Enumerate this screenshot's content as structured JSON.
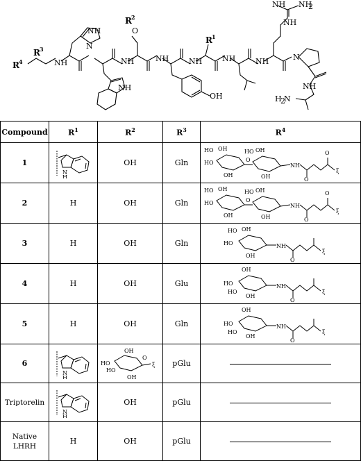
{
  "scheme": {
    "r4": "R",
    "r4_sup": "4",
    "r3": "R",
    "r3_sup": "3",
    "r2": "R",
    "r2_sup": "2",
    "r1": "R",
    "r1_sup": "1",
    "nh": "NH",
    "n": "N",
    "h": "H",
    "oh": "OH",
    "o": "O",
    "nh2": "NH",
    "nh2_sub": "2",
    "h2n": "H",
    "h2n_sub": "2",
    "h2n_n": "N"
  },
  "table": {
    "headers": [
      {
        "text": "Compound",
        "sup": ""
      },
      {
        "text": "R",
        "sup": "1"
      },
      {
        "text": "R",
        "sup": "2"
      },
      {
        "text": "R",
        "sup": "3"
      },
      {
        "text": "R",
        "sup": "4"
      }
    ],
    "rows": [
      {
        "compound": "1",
        "r1": "",
        "r2": "OH",
        "r3": "Gln",
        "r4": ""
      },
      {
        "compound": "2",
        "r1": "H",
        "r2": "OH",
        "r3": "Gln",
        "r4": ""
      },
      {
        "compound": "3",
        "r1": "H",
        "r2": "OH",
        "r3": "Gln",
        "r4": ""
      },
      {
        "compound": "4",
        "r1": "H",
        "r2": "OH",
        "r3": "Glu",
        "r4": ""
      },
      {
        "compound": "5",
        "r1": "H",
        "r2": "OH",
        "r3": "Gln",
        "r4": ""
      },
      {
        "compound": "6",
        "r1": "",
        "r2": "",
        "r3": "pGlu",
        "r4": ""
      },
      {
        "compound": "Triptorelin",
        "r1": "",
        "r2": "OH",
        "r3": "pGlu",
        "r4": ""
      },
      {
        "compound_line1": "Native",
        "compound_line2": "LHRH",
        "r1": "H",
        "r2": "OH",
        "r3": "pGlu",
        "r4": ""
      }
    ]
  },
  "mol_labels": {
    "ho": "HO",
    "oh": "OH",
    "o": "O",
    "nh": "NH",
    "n": "N",
    "h": "H",
    "s": "ξ"
  }
}
